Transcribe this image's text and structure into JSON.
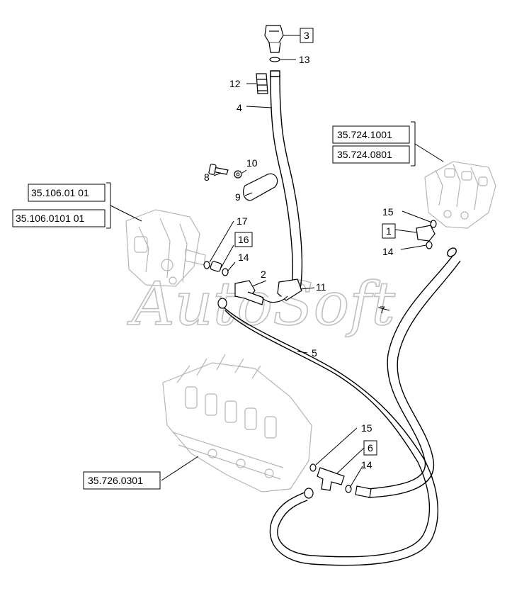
{
  "watermark": "AutoSoft",
  "boxed_callouts": {
    "c3": "3",
    "c16": "16",
    "c1": "1",
    "c6": "6"
  },
  "callouts": {
    "c13": "13",
    "c12": "12",
    "c4": "4",
    "c10": "10",
    "c8": "8",
    "c9": "9",
    "c17": "17",
    "c14_left": "14",
    "c2": "2",
    "c11": "11",
    "c15_right": "15",
    "c14_right": "14",
    "c7": "7",
    "c5": "5",
    "c15_bottom": "15",
    "c14_bottom": "14"
  },
  "references": {
    "ref_35724_1001": "35.724.1001",
    "ref_35724_0801": "35.724.0801",
    "ref_35106_01_01": "35.106.01 01",
    "ref_35106_0101_01": "35.106.0101 01",
    "ref_35726_0301": "35.726.0301"
  }
}
